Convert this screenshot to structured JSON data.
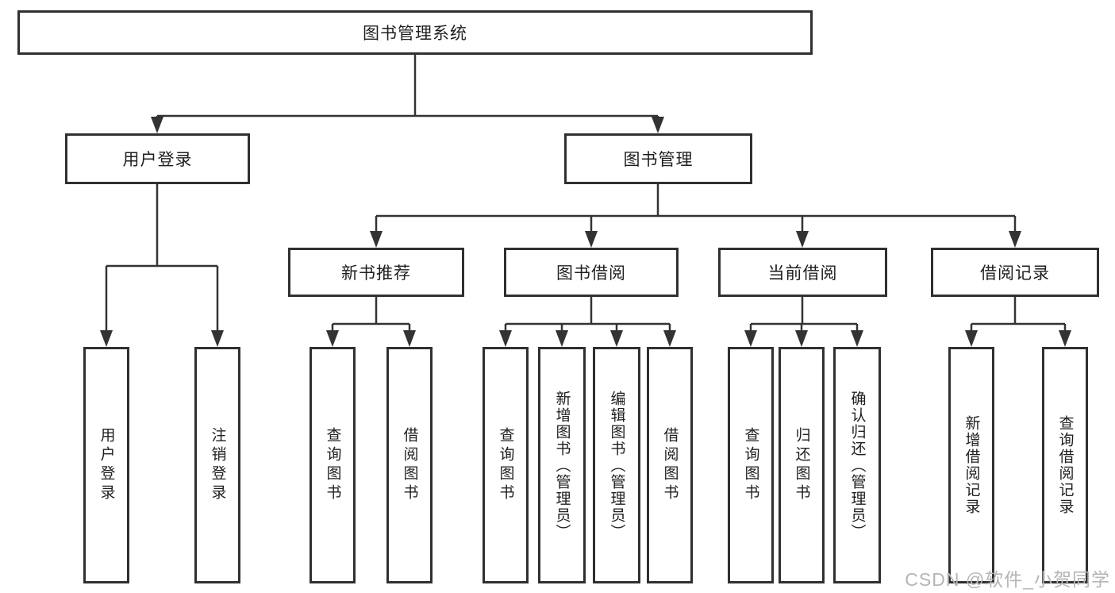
{
  "diagram_title": "图书管理系统",
  "nodes": {
    "root": {
      "label": "图书管理系统"
    },
    "level2": {
      "user_login": {
        "label": "用户登录"
      },
      "book_management": {
        "label": "图书管理"
      }
    },
    "level3": {
      "new_book_recommend": {
        "label": "新书推荐"
      },
      "book_borrowing": {
        "label": "图书借阅"
      },
      "current_borrowing": {
        "label": "当前借阅"
      },
      "borrowing_records": {
        "label": "借阅记录"
      }
    },
    "leaves": {
      "user_login": {
        "label": "用户登录"
      },
      "logout": {
        "label": "注销登录"
      },
      "nbr_query_books": {
        "label": "查询图书"
      },
      "nbr_borrow_books": {
        "label": "借阅图书"
      },
      "bb_query_books": {
        "label": "查询图书"
      },
      "bb_add_books": {
        "label": "新增图书（管理员）"
      },
      "bb_edit_books": {
        "label": "编辑图书（管理员）"
      },
      "bb_borrow_books": {
        "label": "借阅图书"
      },
      "cb_query_books": {
        "label": "查询图书"
      },
      "cb_return_books": {
        "label": "归还图书"
      },
      "cb_confirm_return": {
        "label": "确认归还（管理员）"
      },
      "br_add_record": {
        "label": "新增借阅记录"
      },
      "br_query_record": {
        "label": "查询借阅记录"
      }
    }
  },
  "watermark": {
    "text": "CSDN @软件_小贺同学"
  },
  "colors": {
    "line": "#333333",
    "text": "#1f1f1f",
    "background": "#ffffff",
    "watermark": "#b5b5b5"
  }
}
